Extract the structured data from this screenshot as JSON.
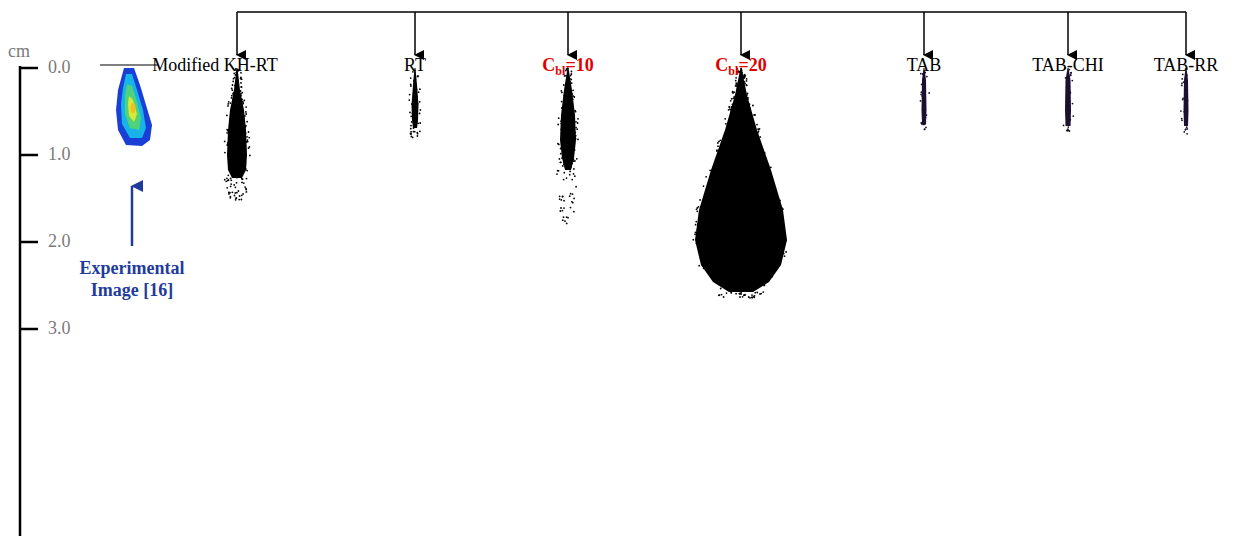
{
  "diagram": {
    "labels": [
      "cm",
      "0.0",
      "1.0",
      "2.0",
      "3.0",
      "Modified KH-RT",
      "RT",
      "C",
      "bl",
      "=10",
      "C",
      "bl",
      "=20",
      "TAB",
      "TAB-CHI",
      "TAB-RR",
      "Experimental Image [16]"
    ]
  }
}
